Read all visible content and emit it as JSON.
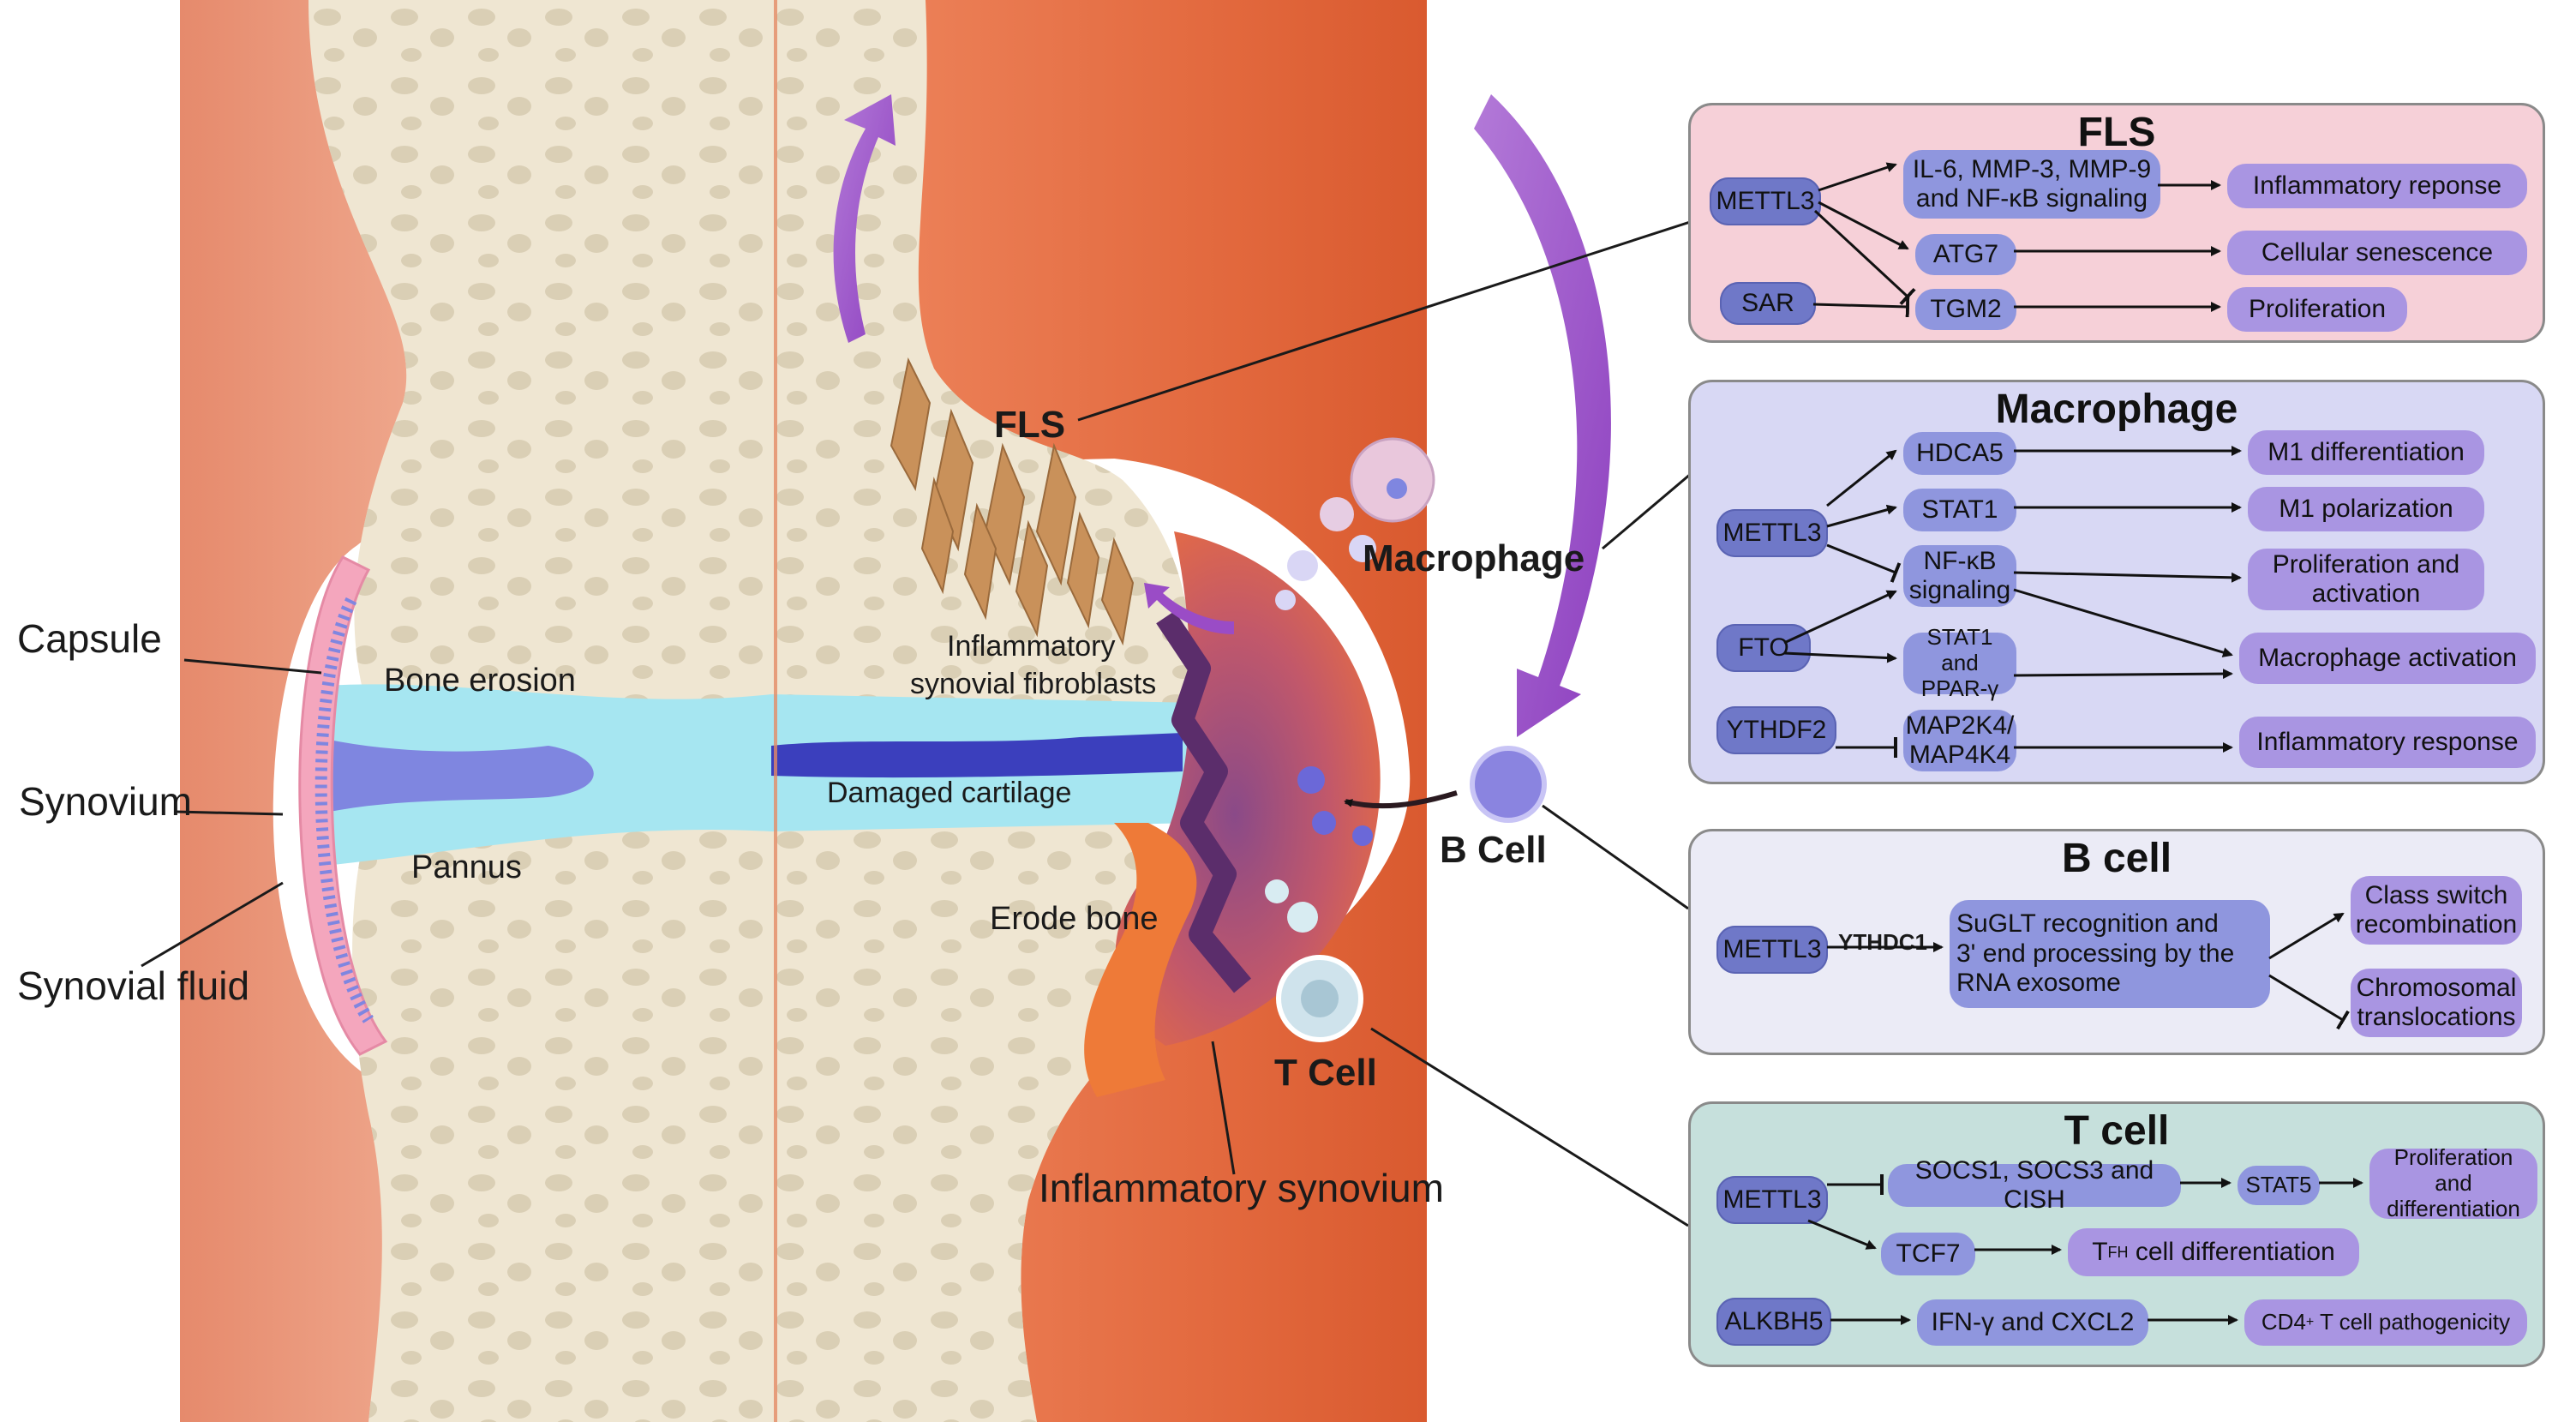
{
  "anatomy": {
    "capsule": "Capsule",
    "synovium": "Synovium",
    "synovial_fluid": "Synovial fluid",
    "bone_erosion": "Bone erosion",
    "pannus": "Pannus",
    "damaged_cartilage": "Damaged cartilage",
    "inflammatory_fibroblasts_1": "Inflammatory",
    "inflammatory_fibroblasts_2": "synovial fibroblasts",
    "erode_bone": "Erode bone",
    "inflammatory_synovium": "Inflammatory synovium",
    "fls": "FLS",
    "macrophage": "Macrophage",
    "b_cell": "B Cell",
    "t_cell": "T Cell"
  },
  "fls_panel": {
    "title": "FLS",
    "mettl3": "METTL3",
    "sar": "SAR",
    "il6_line1": "IL-6, MMP-3, MMP-9",
    "il6_line2": "and NF-κB signaling",
    "atg7": "ATG7",
    "tgm2": "TGM2",
    "out_inflammatory": "Inflammatory reponse",
    "out_senescence": "Cellular senescence",
    "out_proliferation": "Proliferation"
  },
  "macrophage_panel": {
    "title": "Macrophage",
    "mettl3": "METTL3",
    "fto": "FTO",
    "ythdf2": "YTHDF2",
    "hdca5": "HDCA5",
    "stat1": "STAT1",
    "nfkb_line1": "NF-κB",
    "nfkb_line2": "signaling",
    "stat1_ppar_line1": "STAT1 and",
    "stat1_ppar_line2": "PPAR-γ",
    "map2k4_line1": "MAP2K4/",
    "map2k4_line2": "MAP4K4",
    "out_m1_diff": "M1 differentiation",
    "out_m1_pol": "M1 polarization",
    "out_prolif_line1": "Proliferation and",
    "out_prolif_line2": "activation",
    "out_macro_act": "Macrophage activation",
    "out_inflammatory": "Inflammatory response"
  },
  "bcell_panel": {
    "title": "B cell",
    "mettl3": "METTL3",
    "ythdc1": "YTHDC1",
    "sugl_line1": "SuGLT recognition and",
    "sugl_line2": "3' end processing by the",
    "sugl_line3": "RNA exosome",
    "out_class_line1": "Class switch",
    "out_class_line2": "recombination",
    "out_chrom_line1": "Chromosomal",
    "out_chrom_line2": "translocations"
  },
  "tcell_panel": {
    "title": "T cell",
    "mettl3": "METTL3",
    "alkbh5": "ALKBH5",
    "socs": "SOCS1, SOCS3 and CISH",
    "stat5": "STAT5",
    "tcf7": "TCF7",
    "tfh_t": "T",
    "tfh_sub": "FH",
    "tfh_rest": " cell differentiation",
    "ifn": "IFN-γ and CXCL2",
    "out_prolif_line1": "Proliferation and",
    "out_prolif_line2": "differentiation",
    "cd4_main": "CD4",
    "cd4_sup": "+",
    "cd4_rest": " T cell pathogenicity"
  },
  "colors": {
    "fls_bg": "#f6d0d8",
    "macrophage_bg": "#d8d8f4",
    "bcell_bg": "#ebebf6",
    "tcell_bg": "#c6e0dc",
    "regulator": "#6f78c8",
    "target": "#8f96de",
    "outcome": "#a995e2",
    "bone": "#efe6d2",
    "cartilage": "#9fe4ee",
    "synovium": "#e86c46",
    "arrow_purple": "#9a4cc6"
  }
}
